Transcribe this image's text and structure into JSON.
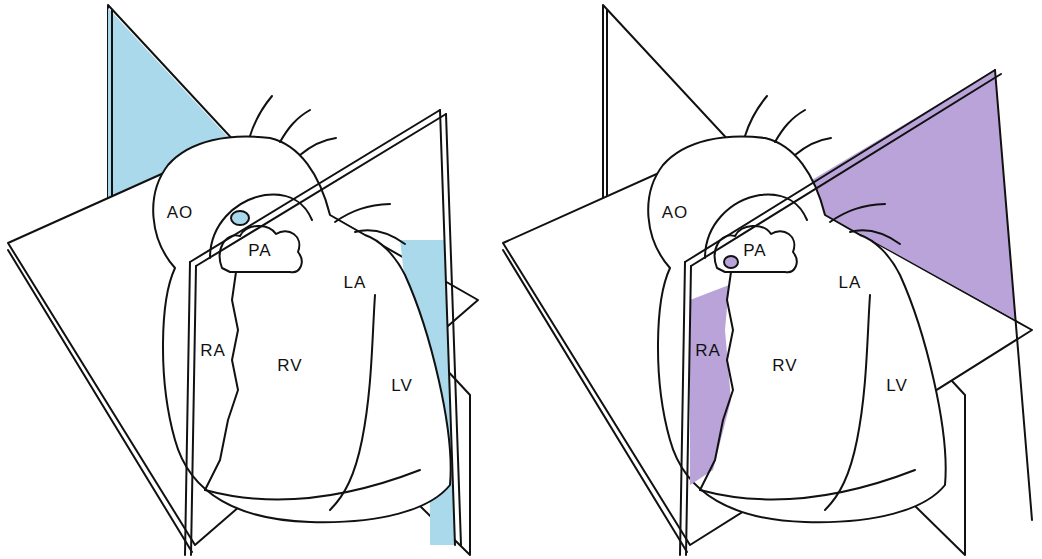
{
  "diagram": {
    "labels": [
      "AO",
      "PA",
      "LA",
      "RA",
      "RV",
      "LV",
      "AO",
      "PA",
      "LA",
      "RA",
      "RV",
      "LV"
    ]
  }
}
